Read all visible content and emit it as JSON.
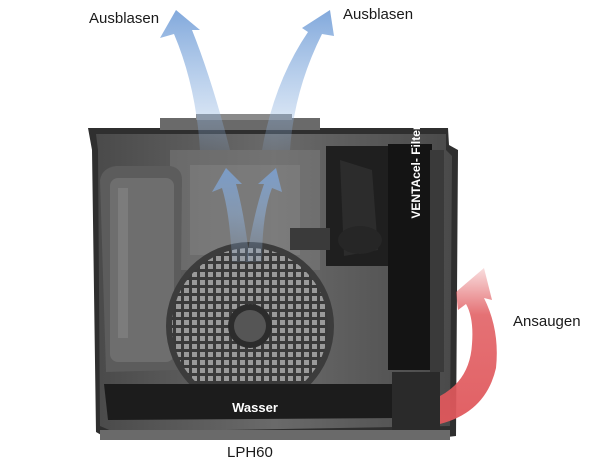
{
  "labels": {
    "exhaust_left": "Ausblasen",
    "exhaust_right": "Ausblasen",
    "intake": "Ansaugen",
    "water": "Wasser",
    "filter": "VENTAcel- Filter",
    "model": "LPH60"
  },
  "colors": {
    "exhaust_arrow": "#8fb3e0",
    "intake_arrow": "#e0585c",
    "housing": "#5a5a5a",
    "filter_dark": "#141414",
    "water_tray": "#1c1c1c"
  }
}
